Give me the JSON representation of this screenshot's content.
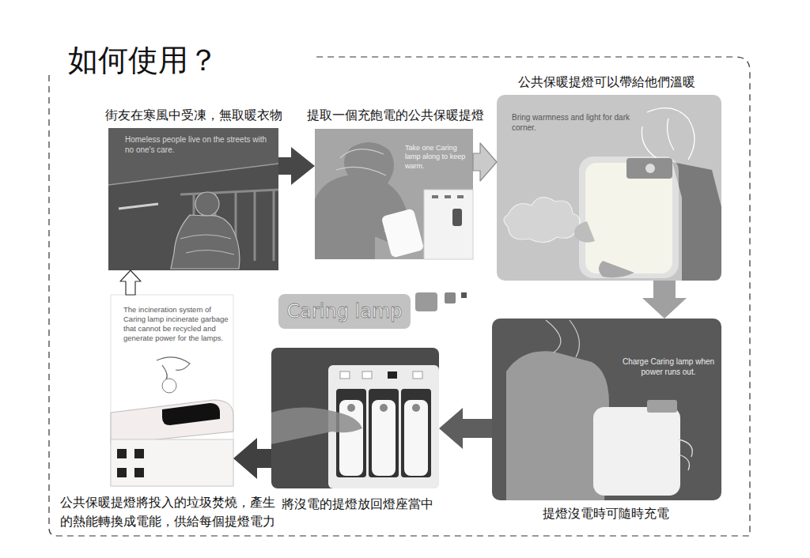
{
  "diagram": {
    "title": "如何使用？",
    "nodes": [
      {
        "text": [
          "街友在寒風中受凍，無取暖衣物",
          "Homeless people live on the streets with no one's care."
        ]
      },
      {
        "text": [
          "提取一個充飽電的公共保暖提燈",
          "Take one Caring lamp along to keep warm."
        ]
      },
      {
        "text": [
          "公共保暖提燈可以帶給他們溫暖",
          "Bring warmness and light for dark corner."
        ]
      },
      {
        "text": [
          "提燈沒電時可隨時充電",
          "Charge Caring lamp when power runs out."
        ]
      },
      {
        "text": [
          "將沒電的提燈放回燈座當中"
        ]
      },
      {
        "text": [
          "公共保暖提燈將投入的垃圾焚燒，產生的熱能轉換成電能，供給每個提燈電力",
          "The incineration system of Caring lamp incinerate garbage that cannot be recycled and generate power for the lamps."
        ]
      },
      {
        "text": [
          "Caring lamp"
        ]
      }
    ],
    "edges": [
      {
        "from": 0,
        "to": 1,
        "arrow": "to"
      },
      {
        "from": 1,
        "to": 2,
        "arrow": "to"
      },
      {
        "from": 2,
        "to": 3,
        "arrow": "to"
      },
      {
        "from": 3,
        "to": 4,
        "arrow": "to"
      },
      {
        "from": 4,
        "to": 5,
        "arrow": "to"
      },
      {
        "from": 5,
        "to": 0,
        "arrow": "to"
      }
    ]
  }
}
